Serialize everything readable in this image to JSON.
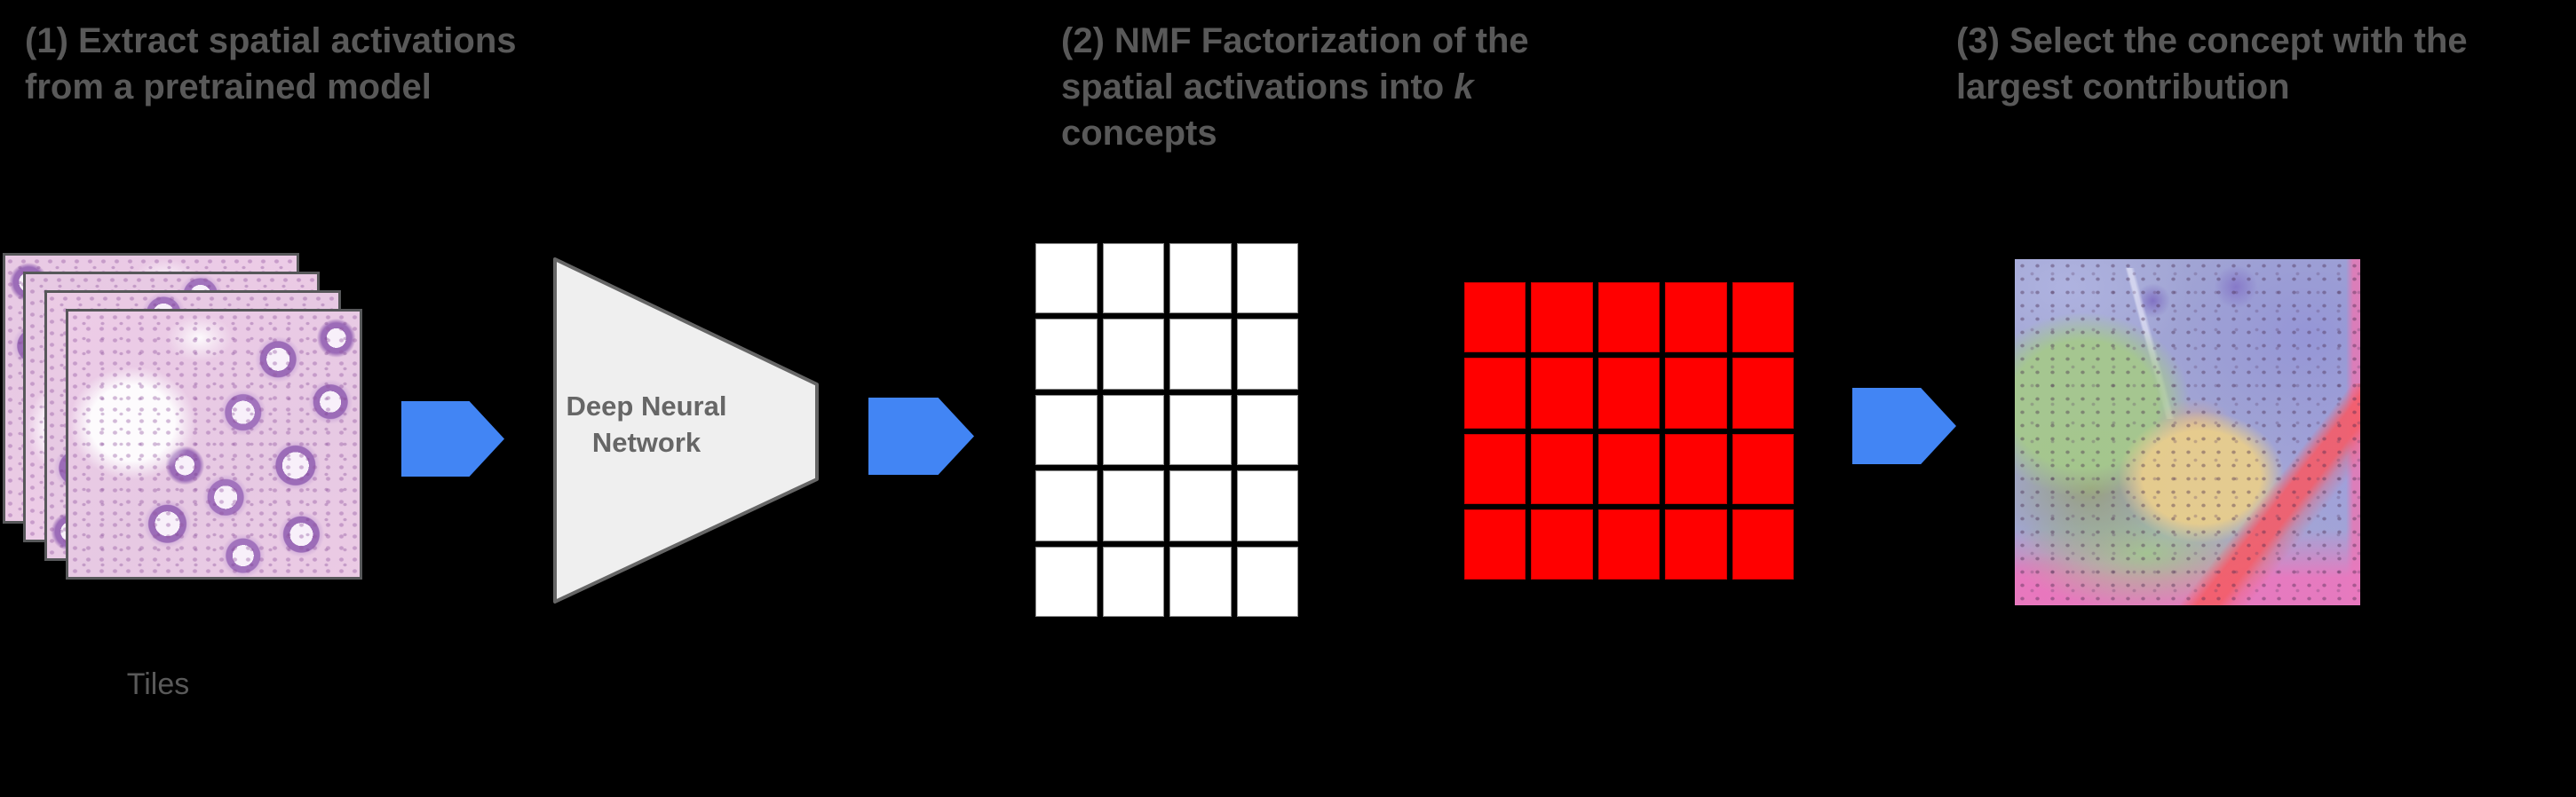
{
  "figure": {
    "background": "#000000",
    "headings": {
      "step1_line1": "(1) Extract spatial activations",
      "step1_line2": "from a pretrained model",
      "step2_line1": "(2) NMF Factorization of the",
      "step2_line2_prefix": "spatial activations into ",
      "step2_line2_italic": "k",
      "step2_line3": "concepts",
      "step3_line1": "(3) Select the concept with the",
      "step3_line2": "largest contribution"
    },
    "tiles": {
      "label": "Tiles",
      "count": 4,
      "description": "stack of H&E histology image tiles"
    },
    "dnn": {
      "line1": "Deep Neural",
      "line2": "Network"
    },
    "matrices": {
      "activations": {
        "cols": 4,
        "rows": 5,
        "cell_color": "#ffffff",
        "cell_border": "#8c8c8c"
      },
      "concepts": {
        "cols": 5,
        "rows": 4,
        "cell_color": "#ff0000",
        "cell_border": "#cc0000"
      }
    },
    "icons": {
      "flow_arrow": "right-arrow"
    },
    "colors": {
      "arrow_blue": "#4285f4",
      "heading_gray": "#595959",
      "funnel_fill": "#efefef",
      "funnel_border": "#666666",
      "matrix_red": "#ff0000",
      "matrix_white": "#ffffff"
    }
  }
}
